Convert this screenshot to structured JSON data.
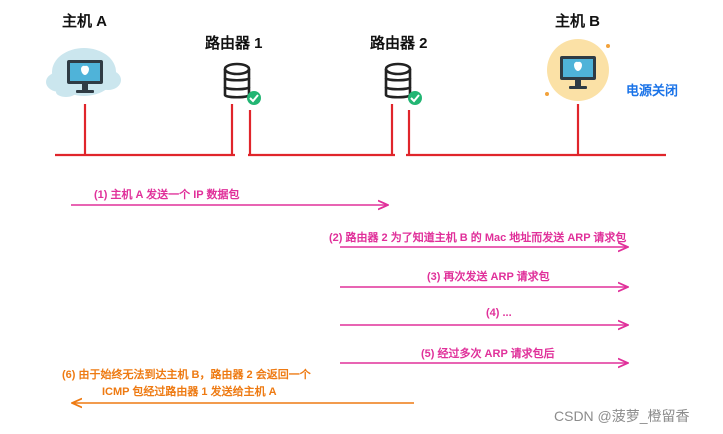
{
  "nodes": {
    "host_a": "主机 A",
    "router_1": "路由器 1",
    "router_2": "路由器 2",
    "host_b": "主机 B"
  },
  "host_b_status": "电源关闭",
  "messages": [
    "(1) 主机 A 发送一个 IP 数据包",
    "(2) 路由器 2 为了知道主机 B 的 Mac 地址而发送 ARP 请求包",
    "(3) 再次发送 ARP 请求包",
    "(4) ...",
    "(5) 经过多次 ARP 请求包后"
  ],
  "reply_message": {
    "line1": "(6) 由于始终无法到达主机 B，路由器 2 会返回一个",
    "line2": "ICMP 包经过路由器 1 发送给主机 A"
  },
  "watermark": "CSDN @菠萝_橙留香",
  "colors": {
    "network_line": "#e0252b",
    "request_arrow": "#e0309a",
    "reply_arrow": "#ee7a12",
    "check": "#22b573"
  },
  "icons": [
    "computer-icon",
    "database-icon",
    "check-icon",
    "cloud-icon"
  ]
}
